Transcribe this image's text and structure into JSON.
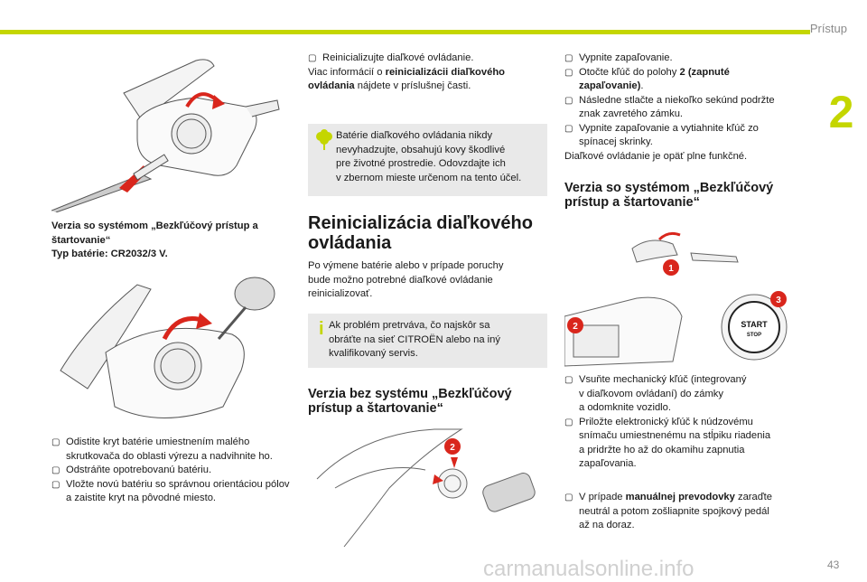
{
  "header": {
    "section": "Prístup",
    "chapter": "2"
  },
  "col1": {
    "caption_line1": "Verzia so systémom „Bezkľúčový prístup a",
    "caption_line2": "štartovanie“",
    "caption_line3": "Typ batérie: CR2032/3 V.",
    "steps": [
      {
        "b1": "Odistite kryt batérie umiestnením malého",
        "b2": "skrutkovača do oblasti výrezu a nadvihnite",
        "b3": "ho."
      },
      {
        "b1": "Odstráňte opotrebovanú batériu."
      },
      {
        "b1": "Vložte novú batériu so správnou orientáciou",
        "b2": "pólov a zaistite kryt na pôvodné miesto."
      }
    ]
  },
  "col2": {
    "intro1": "Reinicializujte diaľkové ovládanie.",
    "intro2_a": "Viac informácií o ",
    "intro2_b": "reinicializácii diaľkového",
    "intro3_a": "ovládania",
    "intro3_b": " nájdete v príslušnej časti.",
    "eco_lines": [
      "Batérie diaľkového ovládania nikdy",
      "nevyhadzujte, obsahujú kovy škodlivé",
      "pre životné prostredie. Odovzdajte ich",
      "v zbernom mieste určenom na tento účel."
    ],
    "heading_line1": "Reinicializácia diaľkového",
    "heading_line2": "ovládania",
    "para": [
      "Po výmene batérie alebo v prípade poruchy",
      "bude možno potrebné diaľkové ovládanie",
      "reinicializovať."
    ],
    "info_lines": [
      "Ak problém pretrváva, čo najskôr sa",
      "obráťte na sieť CITROËN alebo na iný",
      "kvalifikovaný servis."
    ],
    "sub1": "Verzia bez systému „Bezkľúčový",
    "sub2": "prístup a štartovanie“",
    "fig_label": "2"
  },
  "col3": {
    "steps": [
      {
        "l1": "Vypnite zapaľovanie."
      },
      {
        "l1a": "Otočte kľúč do polohy ",
        "l1b": "2 (zapnuté",
        "l2": "zapaľovanie)",
        "l2end": "."
      },
      {
        "l1": "Následne stlačte a niekoľko sekúnd podržte",
        "l2": "znak zavretého zámku."
      },
      {
        "l1": "Vypnite zapaľovanie a vytiahnite kľúč zo",
        "l2": "spínacej skrinky."
      }
    ],
    "done": "Diaľkové ovládanie je opäť plne funkčné.",
    "sub1": "Verzia so systémom „Bezkľúčový",
    "sub2": "prístup a štartovanie“",
    "labels": {
      "one": "1",
      "two": "2",
      "three": "3",
      "start": "START",
      "stop": "STOP"
    },
    "steps2": [
      {
        "l1": "Vsuňte mechanický kľúč (integrovaný",
        "l2": "v diaľkovom ovládaní) do zámky",
        "l3": "a odomknite vozidlo."
      },
      {
        "l1": "Priložte elektronický kľúč k núdzovému",
        "l2": "snímaču umiestnenému na stĺpiku riadenia",
        "l3": "a pridržte ho až do okamihu zapnutia",
        "l4": "zapaľovania."
      }
    ],
    "manual_a": "V prípade ",
    "manual_b": "manuálnej prevodovky",
    "manual_c": " zaraďte",
    "manual_l2": "neutrál a potom zošliapnite spojkový pedál",
    "manual_l3": "až na doraz."
  },
  "footer": {
    "watermark": "carmanualsonline.info",
    "page": "43"
  },
  "colors": {
    "accent": "#c4d600",
    "red": "#d9261c",
    "note_bg": "#e9e9e9"
  }
}
